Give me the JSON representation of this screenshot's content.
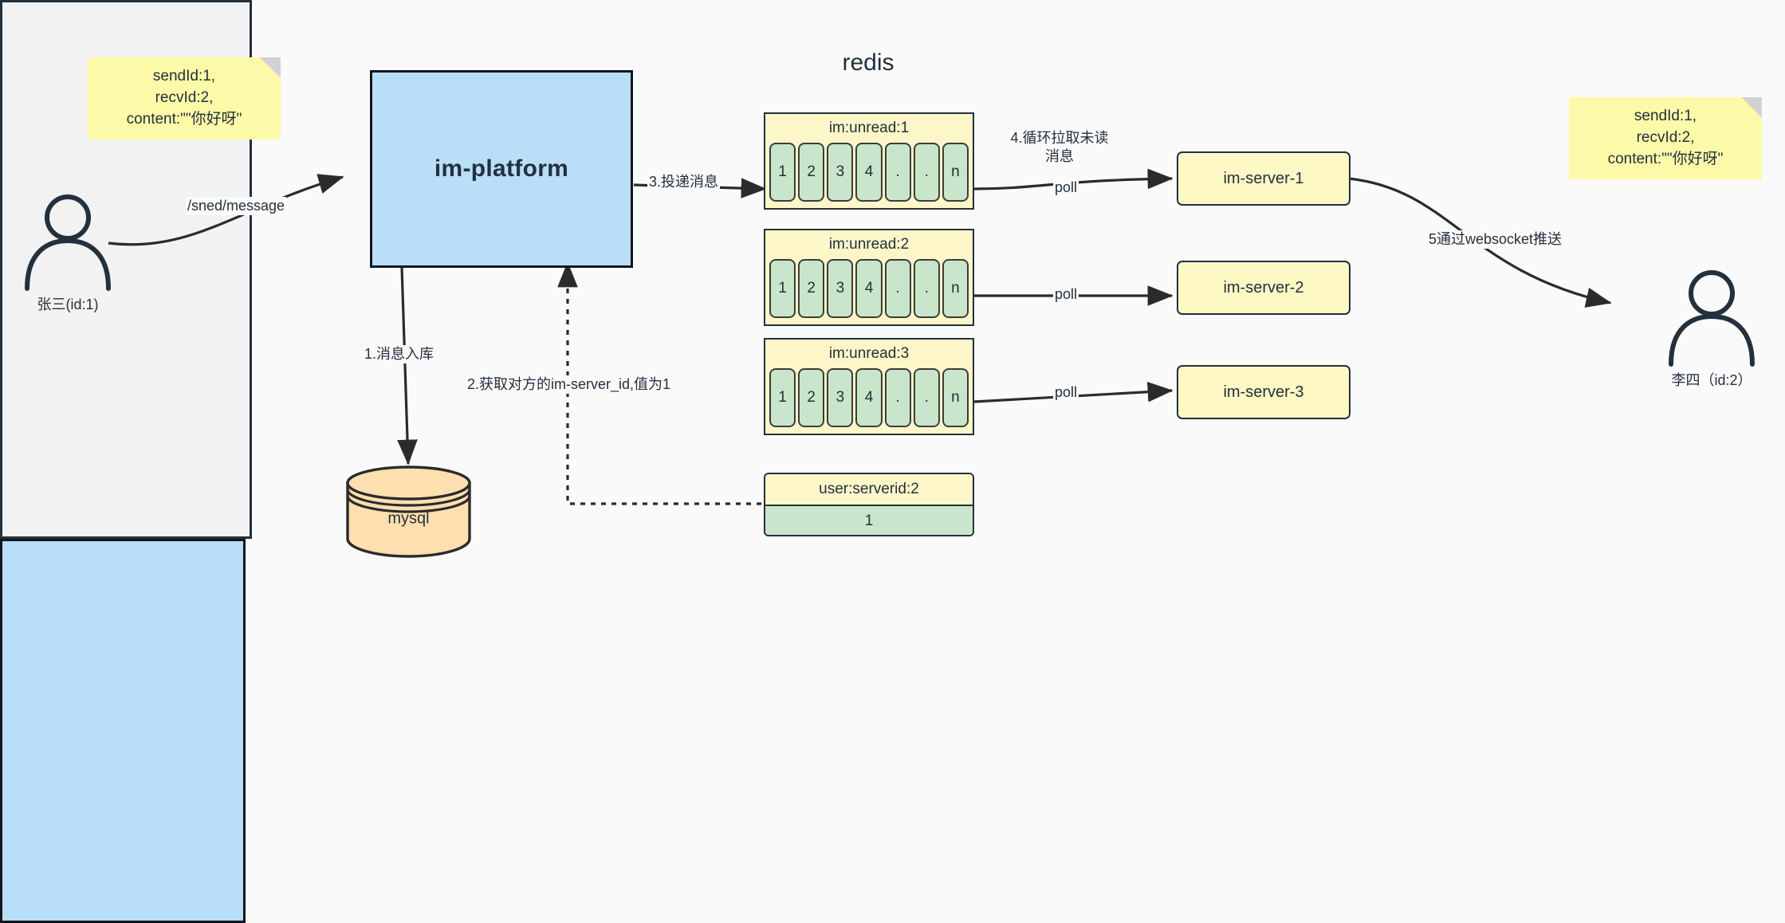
{
  "diagram": {
    "title": "IM message delivery architecture",
    "colors": {
      "background": "#fafafa",
      "note_yellow": "#fcfaa8",
      "platform_blue": "#b9def8",
      "redis_gray": "#f2f2f2",
      "list_yellow": "#fdf6c8",
      "cell_green": "#c9e5cb",
      "mysql_peach": "#ffdfb0",
      "stroke_dark": "#23303d"
    }
  },
  "notes": {
    "left": "sendId:1,\nrecvId:2,\ncontent:\"\"你好呀\"",
    "right": "sendId:1,\nrecvId:2,\ncontent:\"\"你好呀\""
  },
  "actors": {
    "sender": {
      "label": "张三(id:1)",
      "icon": "person-icon"
    },
    "receiver": {
      "label": "李四（id:2）",
      "icon": "person-icon"
    }
  },
  "platform": {
    "label": "im-platform"
  },
  "database": {
    "label": "mysql",
    "icon": "database-cylinder-icon"
  },
  "redis": {
    "title": "redis",
    "lists": [
      {
        "key": "im:unread:1",
        "cells": [
          "1",
          "2",
          "3",
          "4",
          ".",
          ".",
          "n"
        ]
      },
      {
        "key": "im:unread:2",
        "cells": [
          "1",
          "2",
          "3",
          "4",
          ".",
          ".",
          "n"
        ]
      },
      {
        "key": "im:unread:3",
        "cells": [
          "1",
          "2",
          "3",
          "4",
          ".",
          ".",
          "n"
        ]
      }
    ],
    "kv": {
      "key": "user:serverid:2",
      "value": "1"
    }
  },
  "servers": {
    "items": [
      {
        "label": "im-server-1"
      },
      {
        "label": "im-server-2"
      },
      {
        "label": "im-server-3"
      }
    ]
  },
  "edges": {
    "send_message": "/sned/message",
    "step1": "1.消息入库",
    "step2": "2.获取对方的im-server_id,值为1",
    "step3": "3.投递消息",
    "step4": "4.循环拉取未读消息",
    "poll1": "poll",
    "poll2": "poll",
    "poll3": "poll",
    "step5": "5通过websocket推送"
  }
}
